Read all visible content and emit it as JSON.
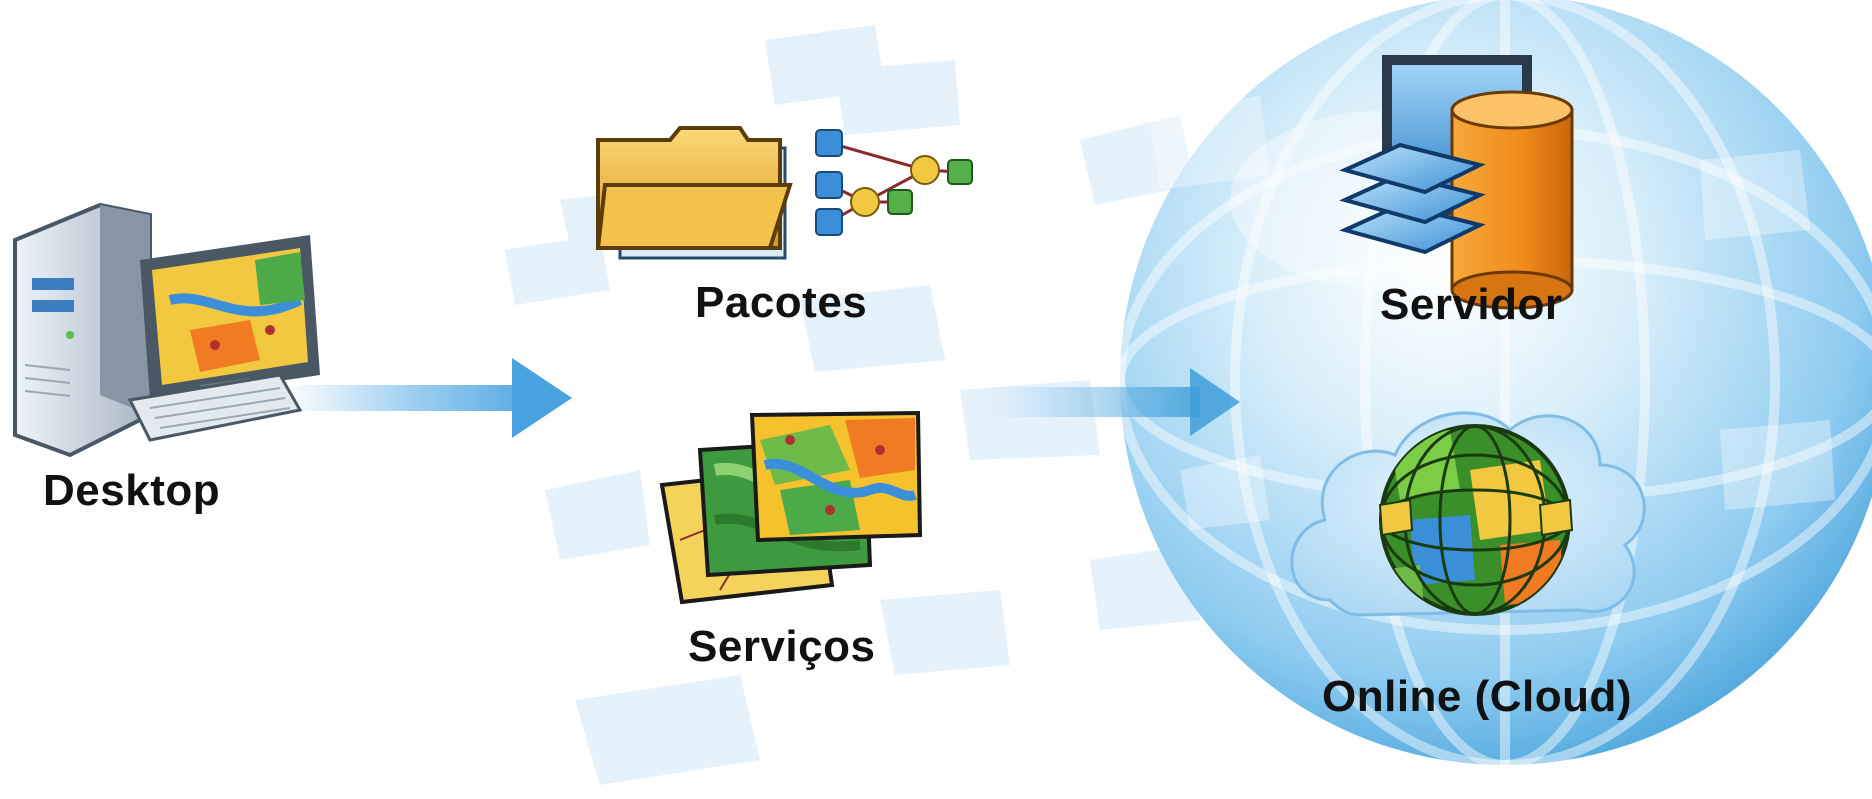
{
  "labels": {
    "desktop": "Desktop",
    "pacotes": "Pacotes",
    "servicos": "Serviços",
    "servidor": "Servidor",
    "online": "Online (Cloud)"
  },
  "icons": {
    "desktop": "desktop-computer-icon",
    "packages": "folder-icon",
    "model": "workflow-graph-icon",
    "services": "stacked-maps-icon",
    "server": "server-database-icon",
    "cloud": "cloud-globe-icon"
  },
  "colors": {
    "arrow": "#5aaee6",
    "globe": "#4aa6e0",
    "folder": "#e8b43a",
    "database": "#f08a1a"
  }
}
